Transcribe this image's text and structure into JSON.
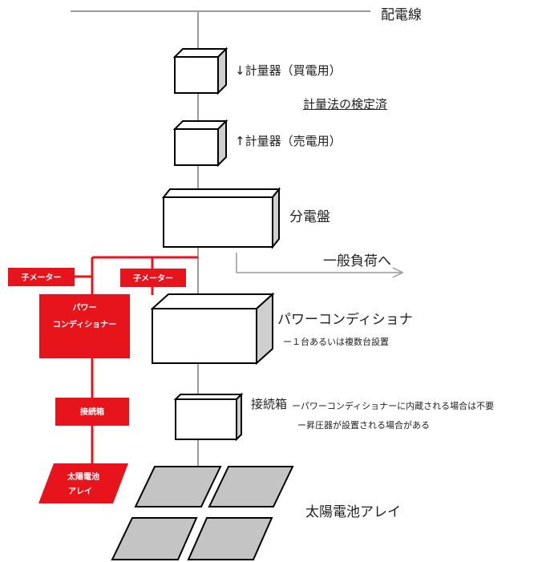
{
  "labels": {
    "distribution_line": "配電線",
    "meter_buy": "↓計量器（買電用）",
    "metrology_certified": "計量法の検定済",
    "meter_sell": "↑計量器（売電用）",
    "distribution_board": "分電盤",
    "general_load": "一般負荷へ",
    "power_conditioner": "パワーコンディショナ",
    "power_conditioner_note": "ー１台あるいは複数台設置",
    "junction_box": "接続箱",
    "junction_note_1": "ーパワーコンディショナーに内蔵される場合は不要",
    "junction_note_2": "ー昇圧器が設置される場合がある",
    "solar_array": "太陽電池アレイ"
  },
  "red_boxes": {
    "submeter_left": "子メーター",
    "submeter_right": "子メーター",
    "power_conditioner_l1": "パワー",
    "power_conditioner_l2": "コンディショナー",
    "junction_box": "接続箱",
    "solar_array_l1": "太陽電池",
    "solar_array_l2": "アレイ"
  },
  "colors": {
    "red": "#e8141c",
    "panel_gray": "#c4c4c4",
    "line_gray": "#9a9a9a",
    "box_side": "#cfcfcf"
  }
}
